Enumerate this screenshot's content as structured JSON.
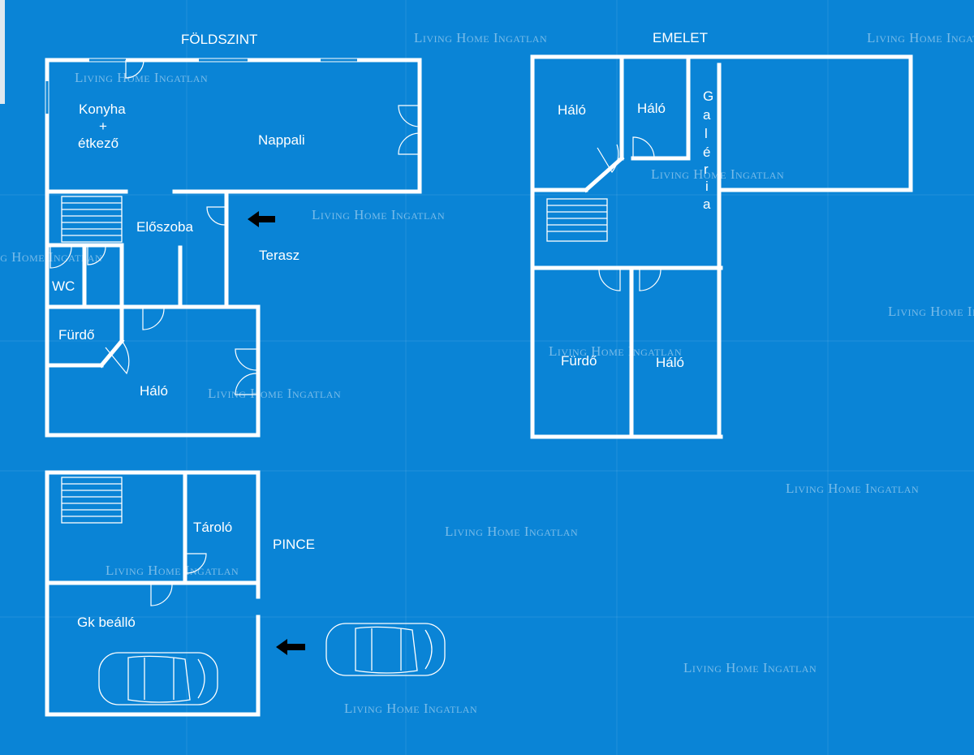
{
  "floors": {
    "ground": {
      "title": "FÖLDSZINT",
      "rooms": {
        "kitchen_line1": "Konyha",
        "kitchen_line2": "+",
        "kitchen_line3": "étkező",
        "living": "Nappali",
        "hall": "Előszoba",
        "terrace": "Terasz",
        "wc": "WC",
        "bathroom": "Fürdő",
        "bedroom": "Háló"
      }
    },
    "upper": {
      "title": "EMELET",
      "rooms": {
        "bedroom_1": "Háló",
        "bedroom_2": "Háló",
        "gallery_letters": [
          "G",
          "a",
          "l",
          "é",
          "r",
          "i",
          "a"
        ],
        "bathroom": "Fürdő",
        "bedroom_3": "Háló"
      }
    },
    "basement": {
      "title": "PINCE",
      "rooms": {
        "storage": "Tároló",
        "carport": "Gk beálló"
      }
    }
  },
  "watermark": "Living Home Ingatlan",
  "colors": {
    "background": "#0a84d6",
    "walls": "#ffffff",
    "arrow": "#000000"
  },
  "icons": [
    "entrance-arrow-icon",
    "car-icon",
    "staircase-icon"
  ]
}
